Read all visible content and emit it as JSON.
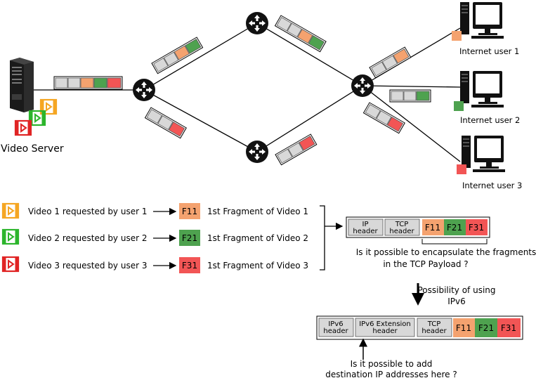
{
  "colors": {
    "orange": "#f4a26f",
    "green": "#4ea24f",
    "red": "#f25555",
    "grey_packet": "#d8d8d8",
    "video1_icon": "#f5a623",
    "video2_icon": "#2cb52c",
    "video3_icon": "#e02424"
  },
  "icons": {
    "server": "server-icon",
    "router": "router-icon",
    "computer": "computer-icon",
    "video": "video-file-icon",
    "arrow": "arrow-icon"
  },
  "network": {
    "server_label": "Video Server",
    "users": [
      {
        "label": "Internet user 1",
        "color_key": "orange"
      },
      {
        "label": "Internet user 2",
        "color_key": "green"
      },
      {
        "label": "Internet user 3",
        "color_key": "red"
      }
    ]
  },
  "legend": [
    {
      "request": "Video 1 requested by user 1",
      "fragment_id": "F11",
      "fragment_desc": "1st Fragment of Video 1",
      "color_key": "orange"
    },
    {
      "request": "Video 2 requested by user 2",
      "fragment_id": "F21",
      "fragment_desc": "1st Fragment of Video 2",
      "color_key": "green"
    },
    {
      "request": "Video 3 requested by user 3",
      "fragment_id": "F31",
      "fragment_desc": "1st Fragment of Video 3",
      "color_key": "red"
    }
  ],
  "tcp_packet": {
    "ip_header": "IP header",
    "tcp_header": "TCP header",
    "fragments": [
      "F11",
      "F21",
      "F31"
    ],
    "question": "Is it possible to encapsulate the fragments in the TCP Payload ?"
  },
  "transition": {
    "label": "Possibility of using IPv6"
  },
  "ipv6_packet": {
    "ipv6_header": "IPv6 header",
    "extension_header": "IPv6 Extension header",
    "tcp_header": "TCP header",
    "fragments": [
      "F11",
      "F21",
      "F31"
    ],
    "question": "Is it possible to add destination IP addresses here ?"
  }
}
